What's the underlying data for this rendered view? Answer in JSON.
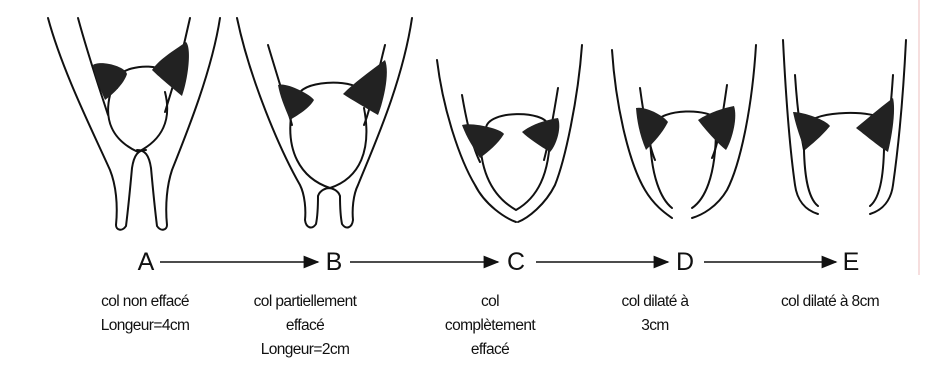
{
  "stages": [
    {
      "letter": "A",
      "caption": [
        "col non effacé",
        "Longeur=4cm"
      ]
    },
    {
      "letter": "B",
      "caption": [
        "col partiellement",
        "effacé",
        "Longeur=2cm"
      ]
    },
    {
      "letter": "C",
      "caption": [
        "col",
        "complètement",
        "effacé"
      ]
    },
    {
      "letter": "D",
      "caption": [
        "col dilaté à",
        "3cm"
      ]
    },
    {
      "letter": "E",
      "caption": [
        "col dilaté à 8cm"
      ]
    }
  ],
  "colors": {
    "ink": "#111111",
    "background": "#ffffff"
  }
}
